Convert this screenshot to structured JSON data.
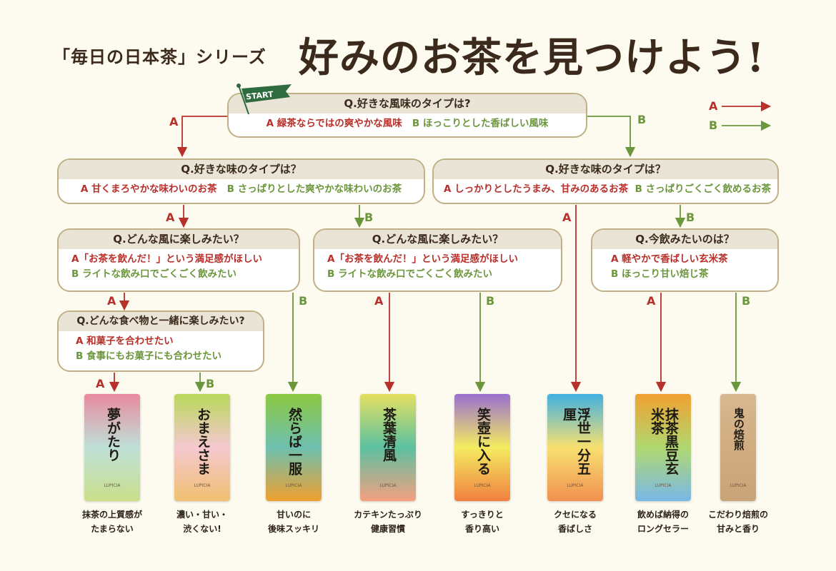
{
  "header": {
    "series": "「毎日の日本茶」シリーズ",
    "title": "好みのお茶を見つけよう!"
  },
  "start": "START",
  "legend": {
    "a": "A",
    "b": "B"
  },
  "colors": {
    "a": "#b8302b",
    "b": "#6b963c",
    "border": "#bfb086",
    "band": "#e9e4d5"
  },
  "questions": {
    "q1": {
      "q": "Q.好きな風味のタイプは?",
      "a": "A 緑茶ならではの爽やかな風味",
      "b": "B ほっこりとした香ばしい風味"
    },
    "q2l": {
      "q": "Q.好きな味のタイプは？",
      "a": "A 甘くまろやかな味わいのお茶",
      "b": "B さっぱりとした爽やかな味わいのお茶"
    },
    "q2r": {
      "q": "Q.好きな味のタイプは？",
      "a": "A しっかりとしたうまみ、甘みのあるお茶",
      "b": "B さっぱりごくごく飲めるお茶"
    },
    "q3a": {
      "q": "Q.どんな風に楽しみたい？",
      "a": "A「お茶を飲んだ！」という満足感がほしい",
      "b": "B ライトな飲み口でごくごく飲みたい"
    },
    "q3b": {
      "q": "Q.どんな風に楽しみたい？",
      "a": "A「お茶を飲んだ！」という満足感がほしい",
      "b": "B ライトな飲み口でごくごく飲みたい"
    },
    "q3c": {
      "q": "Q.今飲みたいのは？",
      "a": "A 軽やかで香ばしい玄米茶",
      "b": "B ほっこり甘い焙じ茶"
    },
    "q4": {
      "q": "Q.どんな食べ物と一緒に楽しみたい?",
      "a": "A 和菓子を合わせたい",
      "b": "B 食事にもお菓子にも合わせたい"
    }
  },
  "arrow_labels": {
    "a": "A",
    "b": "B"
  },
  "products": [
    {
      "name": "夢がたり",
      "brand": "LUPICIA",
      "caption1": "抹茶の上質感が",
      "caption2": "たまらない",
      "grad": [
        "#e88aa0",
        "#bfe0d8",
        "#c9df8a"
      ]
    },
    {
      "name": "おまえさま",
      "brand": "LUPICIA",
      "caption1": "濃い・甘い・",
      "caption2": "渋くない!",
      "grad": [
        "#b8d85a",
        "#f5c8d0",
        "#f0c070"
      ]
    },
    {
      "name": "然らば一服",
      "brand": "LUPICIA",
      "caption1": "甘いのに",
      "caption2": "後味スッキリ",
      "grad": [
        "#8cc840",
        "#6ec0b0",
        "#f0a030"
      ]
    },
    {
      "name": "茶葉清風",
      "brand": "LUPICIA",
      "caption1": "カテキンたっぷり",
      "caption2": "健康習慣",
      "grad": [
        "#e4e060",
        "#5cc0a0",
        "#f4a080"
      ]
    },
    {
      "name": "笑壺に入る",
      "brand": "LUPICIA",
      "caption1": "すっきりと",
      "caption2": "香り高い",
      "grad": [
        "#9a70d0",
        "#f4ec60",
        "#f08040"
      ]
    },
    {
      "name": "浮世一分五厘",
      "brand": "LUPICIA",
      "caption1": "クセになる",
      "caption2": "香ばしさ",
      "grad": [
        "#40b0e0",
        "#f8e070",
        "#f09050"
      ]
    },
    {
      "name": "抹茶黒豆玄米茶",
      "brand": "LUPICIA",
      "caption1": "飲めば納得の",
      "caption2": "ロングセラー",
      "grad": [
        "#f0a030",
        "#b0d870",
        "#7ab8e8"
      ]
    },
    {
      "name": "鬼の焙煎",
      "brand": "LUPICIA",
      "caption1": "こだわり焙煎の",
      "caption2": "甘みと香り",
      "grad": [
        "#d8b890",
        "#d0ac80",
        "#c8a478"
      ]
    }
  ]
}
